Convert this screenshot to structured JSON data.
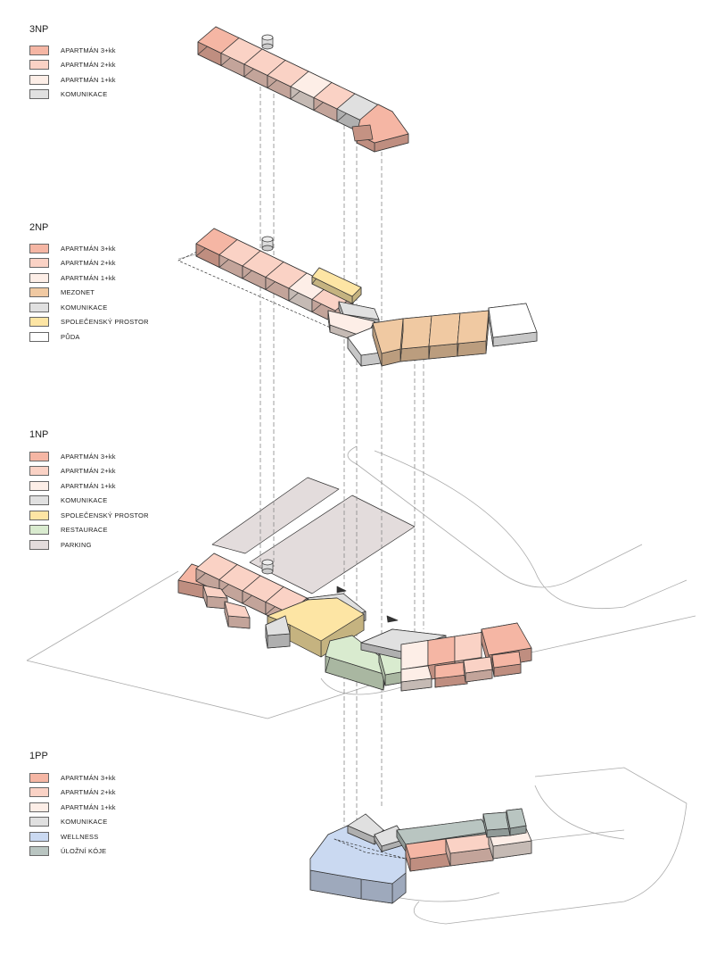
{
  "colors": {
    "apt3": "#f5b6a4",
    "apt2": "#fad2c5",
    "apt1": "#fdeee7",
    "komunikace": "#e0e0e0",
    "mezonet": "#f0c9a2",
    "spolecensky": "#fde5a4",
    "puda": "#ffffff",
    "restaurace": "#d9ebcf",
    "parking": "#e3dcdc",
    "wellness": "#cad9f1",
    "ulozni": "#b9c5c1"
  },
  "floors": [
    {
      "id": "3np",
      "title": "3NP",
      "legend": [
        {
          "label": "APARTMÁN 3+kk",
          "color": "apt3"
        },
        {
          "label": "APARTMÁN 2+kk",
          "color": "apt2"
        },
        {
          "label": "APARTMÁN 1+kk",
          "color": "apt1"
        },
        {
          "label": "KOMUNIKACE",
          "color": "komunikace"
        }
      ]
    },
    {
      "id": "2np",
      "title": "2NP",
      "legend": [
        {
          "label": "APARTMÁN 3+kk",
          "color": "apt3"
        },
        {
          "label": "APARTMÁN 2+kk",
          "color": "apt2"
        },
        {
          "label": "APARTMÁN 1+kk",
          "color": "apt1"
        },
        {
          "label": "MEZONET",
          "color": "mezonet"
        },
        {
          "label": "KOMUNIKACE",
          "color": "komunikace"
        },
        {
          "label": "SPOLEČENSKÝ PROSTOR",
          "color": "spolecensky"
        },
        {
          "label": "PŮDA",
          "color": "puda"
        }
      ]
    },
    {
      "id": "1np",
      "title": "1NP",
      "legend": [
        {
          "label": "APARTMÁN 3+kk",
          "color": "apt3"
        },
        {
          "label": "APARTMÁN 2+kk",
          "color": "apt2"
        },
        {
          "label": "APARTMÁN 1+kk",
          "color": "apt1"
        },
        {
          "label": "KOMUNIKACE",
          "color": "komunikace"
        },
        {
          "label": "SPOLEČENSKÝ PROSTOR",
          "color": "spolecensky"
        },
        {
          "label": "RESTAURACE",
          "color": "restaurace"
        },
        {
          "label": "PARKING",
          "color": "parking"
        }
      ]
    },
    {
      "id": "1pp",
      "title": "1PP",
      "legend": [
        {
          "label": "APARTMÁN 3+kk",
          "color": "apt3"
        },
        {
          "label": "APARTMÁN 2+kk",
          "color": "apt2"
        },
        {
          "label": "APARTMÁN 1+kk",
          "color": "apt1"
        },
        {
          "label": "KOMUNIKACE",
          "color": "komunikace"
        },
        {
          "label": "WELLNESS",
          "color": "wellness"
        },
        {
          "label": "ÚLOŽNÍ KÓJE",
          "color": "ulozni"
        }
      ]
    }
  ]
}
